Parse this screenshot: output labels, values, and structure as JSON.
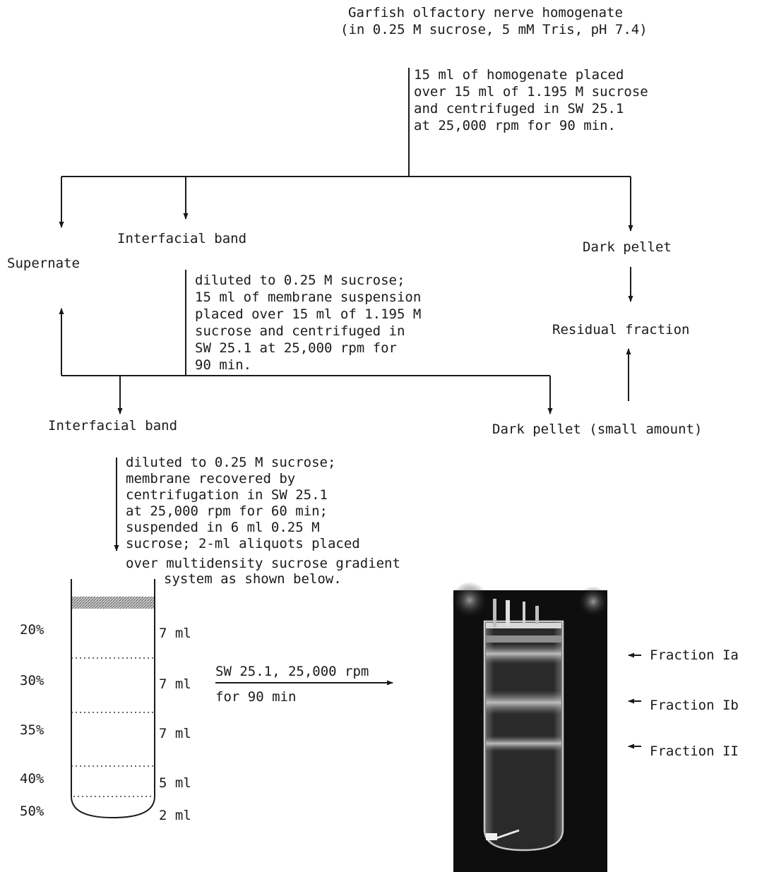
{
  "title": {
    "line1": "Garfish olfactory nerve homogenate",
    "line2": "(in 0.25 M sucrose, 5 mM Tris, pH 7.4)"
  },
  "step1": [
    "15 ml of homogenate placed",
    "over 15 ml of 1.195 M sucrose",
    "and centrifuged in SW 25.1",
    "at 25,000 rpm for 90 min."
  ],
  "labels": {
    "supernate": "Supernate",
    "interfacial_band_1": "Interfacial band",
    "dark_pellet": "Dark pellet",
    "residual_fraction": "Residual fraction",
    "interfacial_band_2": "Interfacial band",
    "dark_pellet_small": "Dark pellet (small amount)"
  },
  "step2": [
    "diluted to 0.25 M sucrose;",
    "15 ml of membrane suspension",
    "placed over 15 ml of 1.195 M",
    "sucrose and centrifuged in",
    "SW 25.1 at 25,000 rpm for",
    "90 min."
  ],
  "step3": [
    "diluted to 0.25 M sucrose;",
    "membrane recovered by",
    "centrifugation in SW 25.1",
    "at 25,000 rpm for 60 min;",
    "suspended in 6 ml 0.25 M",
    "sucrose; 2-ml aliquots placed",
    "over multidensity sucrose gradient",
    "system as shown below."
  ],
  "gradient": {
    "layers": [
      {
        "percent": "20%",
        "volume": "7 ml"
      },
      {
        "percent": "30%",
        "volume": "7 ml"
      },
      {
        "percent": "35%",
        "volume": "7 ml"
      },
      {
        "percent": "40%",
        "volume": "5 ml"
      },
      {
        "percent": "50%",
        "volume": "2 ml"
      }
    ]
  },
  "spin": {
    "line1": "SW 25.1, 25,000 rpm",
    "line2": "for 90 min"
  },
  "fractions": {
    "ia": "Fraction Ia",
    "ib": "Fraction Ib",
    "ii": "Fraction II"
  },
  "colors": {
    "ink": "#1a1a1a",
    "photo_background": "#0e0e0e",
    "band": "#9a9a9a"
  }
}
